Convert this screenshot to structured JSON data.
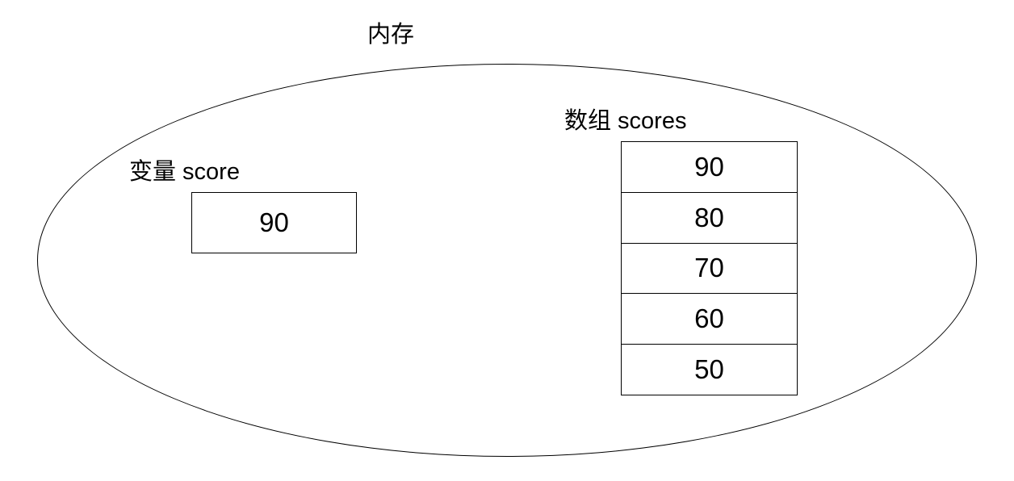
{
  "diagram": {
    "title": "内存",
    "variable": {
      "label": "变量 score",
      "value": "90"
    },
    "array": {
      "label": "数组 scores",
      "cells": [
        "90",
        "80",
        "70",
        "60",
        "50"
      ]
    },
    "colors": {
      "line": "#000000",
      "text": "#000000",
      "background": "#ffffff"
    }
  }
}
